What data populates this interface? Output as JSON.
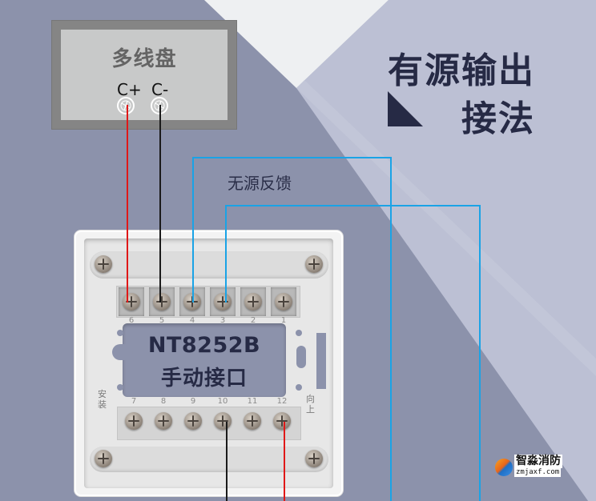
{
  "colors": {
    "background": "#8c92ab",
    "light_band": "#bcc0d4",
    "white_triangle": "#eef0f2",
    "heading": "#262a45",
    "wire_red": "#e01818",
    "wire_black": "#1a1a1a",
    "wire_blue": "#1aa3e6"
  },
  "panel": {
    "title": "多线盘",
    "terminals": [
      {
        "label": "C+",
        "wire": "red"
      },
      {
        "label": "C-",
        "wire": "black"
      }
    ]
  },
  "heading": {
    "line1": "有源输出",
    "line2": "接法",
    "marker_icon": "triangle-corner-icon"
  },
  "feedback_label": "无源反馈",
  "module": {
    "model": "NT8252B",
    "name": "手动接口",
    "top_terminals": [
      "6",
      "5",
      "4",
      "3",
      "2",
      "1"
    ],
    "bottom_terminals": [
      "7",
      "8",
      "9",
      "10",
      "11",
      "12"
    ],
    "side_left": "安装",
    "side_right": "向上"
  },
  "watermark": {
    "name": "智淼消防",
    "url": "zmjaxf.com"
  }
}
